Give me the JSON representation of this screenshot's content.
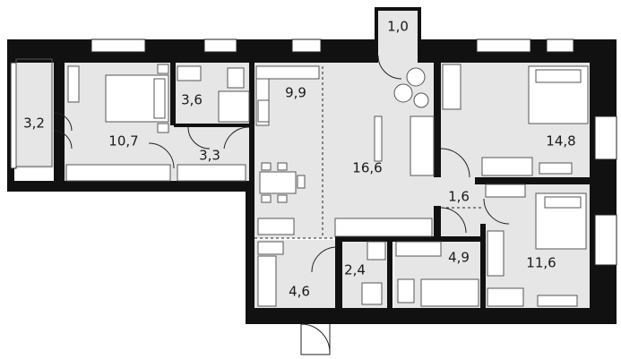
{
  "rooms": [
    {
      "id": "balcony-left",
      "area": "3,2"
    },
    {
      "id": "bedroom-left",
      "area": "10,7"
    },
    {
      "id": "bathroom-top",
      "area": "3,6"
    },
    {
      "id": "hall-left",
      "area": "3,3"
    },
    {
      "id": "kitchen",
      "area": "9,9"
    },
    {
      "id": "balcony-top",
      "area": "1,0"
    },
    {
      "id": "living-room",
      "area": "16,6"
    },
    {
      "id": "bedroom-top-right",
      "area": "14,8"
    },
    {
      "id": "corridor",
      "area": "1,6"
    },
    {
      "id": "bathroom-mid",
      "area": "4,9"
    },
    {
      "id": "bedroom-bottom-right",
      "area": "11,6"
    },
    {
      "id": "wc",
      "area": "2,4"
    },
    {
      "id": "entrance-hall",
      "area": "4,6"
    }
  ],
  "colors": {
    "wall": "#111111",
    "floor": "#e6e6e6",
    "furniture": "#ffffff",
    "line": "#555555"
  }
}
